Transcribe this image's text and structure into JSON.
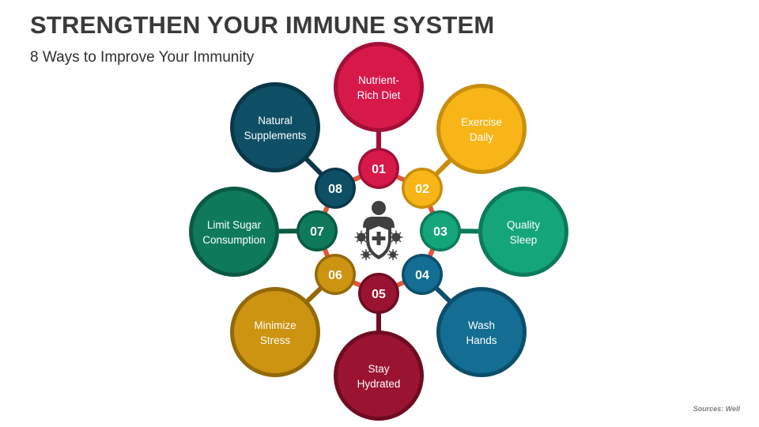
{
  "slide": {
    "title": "STRENGTHEN YOUR IMMUNE SYSTEM",
    "subtitle": "8 Ways to Improve Your Immunity",
    "source": "Sources: Well"
  },
  "center_icon": "person-shield-virus-icon",
  "ring_color": "#e0573b",
  "items": [
    {
      "number": "01",
      "line1": "Nutrient-",
      "line2": "Rich Diet",
      "color": "#d7194a",
      "dark": "#a30f38"
    },
    {
      "number": "02",
      "line1": "Exercise",
      "line2": "Daily",
      "color": "#f7b517",
      "dark": "#c98e0c"
    },
    {
      "number": "03",
      "line1": "Quality",
      "line2": "Sleep",
      "color": "#14a57a",
      "dark": "#0c7a5b"
    },
    {
      "number": "04",
      "line1": "Wash",
      "line2": "Hands",
      "color": "#146d92",
      "dark": "#0c4e6b"
    },
    {
      "number": "05",
      "line1": "Stay",
      "line2": "Hydrated",
      "color": "#9a1432",
      "dark": "#6e0c22"
    },
    {
      "number": "06",
      "line1": "Minimize",
      "line2": "Stress",
      "color": "#cc9410",
      "dark": "#94690a"
    },
    {
      "number": "07",
      "line1": "Limit Sugar",
      "line2": "Consumption",
      "color": "#0e7a5b",
      "dark": "#0a5a43"
    },
    {
      "number": "08",
      "line1": "Natural",
      "line2": "Supplements",
      "color": "#0f4f66",
      "dark": "#093848"
    }
  ]
}
